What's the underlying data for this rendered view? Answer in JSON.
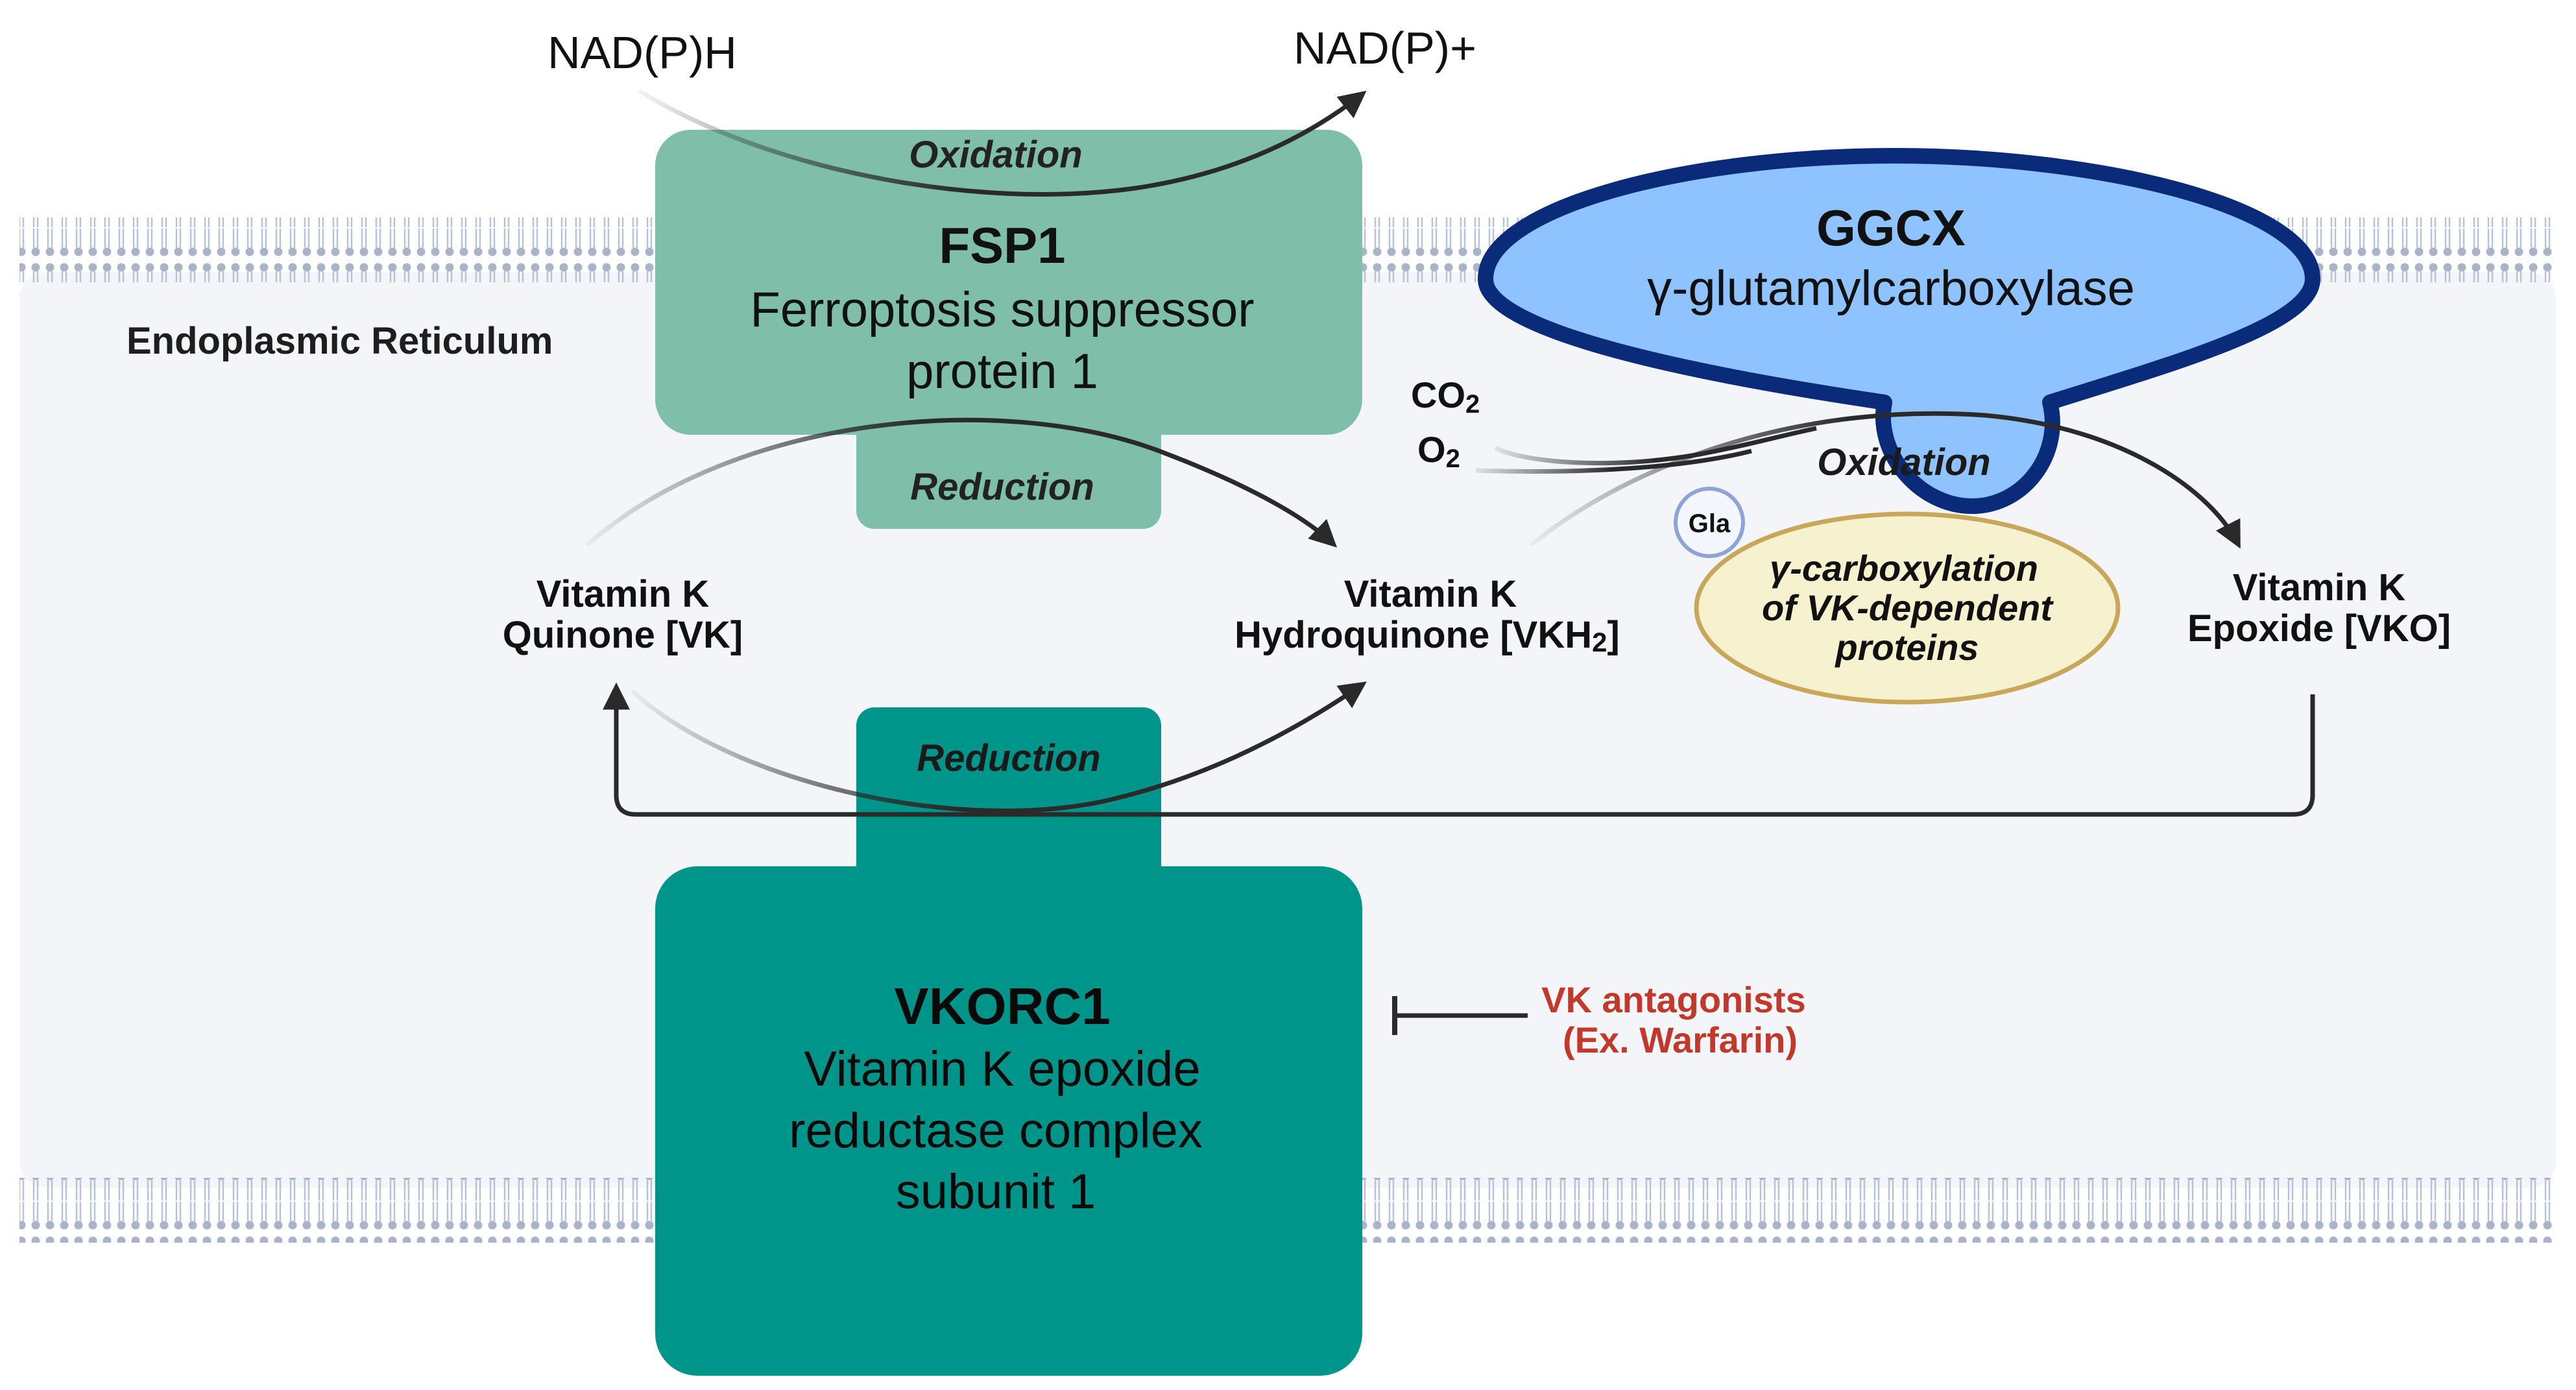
{
  "compartment": {
    "label": "Endoplasmic Reticulum"
  },
  "cofactors": {
    "nadph": "NAD(P)H",
    "nadp": "NAD(P)+",
    "co2": "CO",
    "co2_sub": "2",
    "o2": "O",
    "o2_sub": "2"
  },
  "fsp1": {
    "name": "FSP1",
    "desc_line1": "Ferroptosis suppressor",
    "desc_line2": "protein 1",
    "oxidation": "Oxidation",
    "reduction": "Reduction"
  },
  "ggcx": {
    "name": "GGCX",
    "desc": "γ-glutamylcarboxylase",
    "oxidation": "Oxidation"
  },
  "vkorc1": {
    "name": "VKORC1",
    "desc_line1": "Vitamin K epoxide",
    "desc_line2": "reductase complex",
    "desc_line3": "subunit 1",
    "reduction": "Reduction"
  },
  "metabolites": {
    "vk_line1": "Vitamin K",
    "vk_line2": "Quinone [VK]",
    "vkh2_line1": "Vitamin K",
    "vkh2_line2_a": "Hydroquinone [VKH",
    "vkh2_line2_sub": "2",
    "vkh2_line2_b": "]",
    "vko_line1": "Vitamin K",
    "vko_line2": "Epoxide [VKO]"
  },
  "gla": "Gla",
  "carboxylation": {
    "line1": "γ-carboxylation",
    "line2": "of VK-dependent",
    "line3": "proteins"
  },
  "antagonists": {
    "line1": "VK antagonists",
    "line2": "(Ex. Warfarin)"
  },
  "colors": {
    "fsp1": "#7fbfaa",
    "vkorc1": "#00958a",
    "ggcx_fill": "#8fc3ff",
    "ggcx_border": "#0a2a7a",
    "carboxylation_fill": "#f6f1cf",
    "carboxylation_border": "#c8a65a",
    "antagonist": "#c0392b",
    "membrane": "#a9b4c9",
    "er_lumen": "#f3f5f9"
  }
}
